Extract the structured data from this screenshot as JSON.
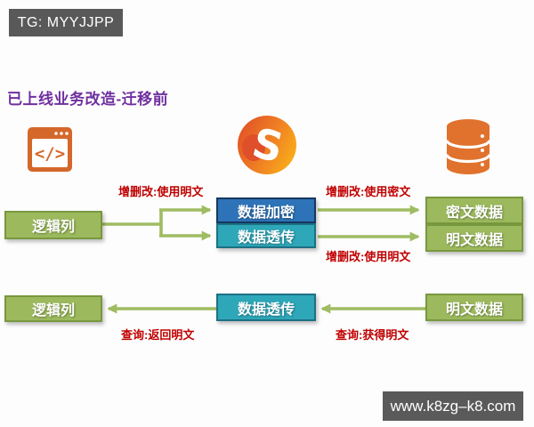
{
  "badge": {
    "text": "TG: MYYJJPP"
  },
  "title": "已上线业务改造-迁移前",
  "nodes": {
    "row1_source": "逻辑列",
    "row1_encrypt": "数据加密",
    "row1_passthrough": "数据透传",
    "row1_cipher_store": "密文数据",
    "row1_plain_store": "明文数据",
    "row2_source": "逻辑列",
    "row2_passthrough": "数据透传",
    "row2_plain_store": "明文数据"
  },
  "labels": {
    "row1_left": "增删改:使用明文",
    "row1_right_top": "增删改:使用密文",
    "row1_right_bottom": "增删改:使用明文",
    "row2_left": "查询:返回明文",
    "row2_right": "查询:获得明文"
  },
  "icons": {
    "app": "code-window-icon",
    "middleware": "s-flame-logo",
    "storage": "database-icon"
  },
  "watermark": {
    "text": "www.k8zg–k8.com"
  },
  "colors": {
    "title_purple": "#7030A0",
    "badge_gray": "#595959",
    "label_red": "#C00000",
    "box_green": "#9CBA5D",
    "box_green_border": "#78983F",
    "box_blue": "#2E73B8",
    "box_blue_border": "#17375E",
    "box_teal": "#2EA7B9",
    "box_teal_border": "#1C7183",
    "arrow_green": "#9FBC62",
    "icon_orange": "#D4682B",
    "database_orange": "#E0722D",
    "watermark_gray": "#5A5A5A"
  }
}
